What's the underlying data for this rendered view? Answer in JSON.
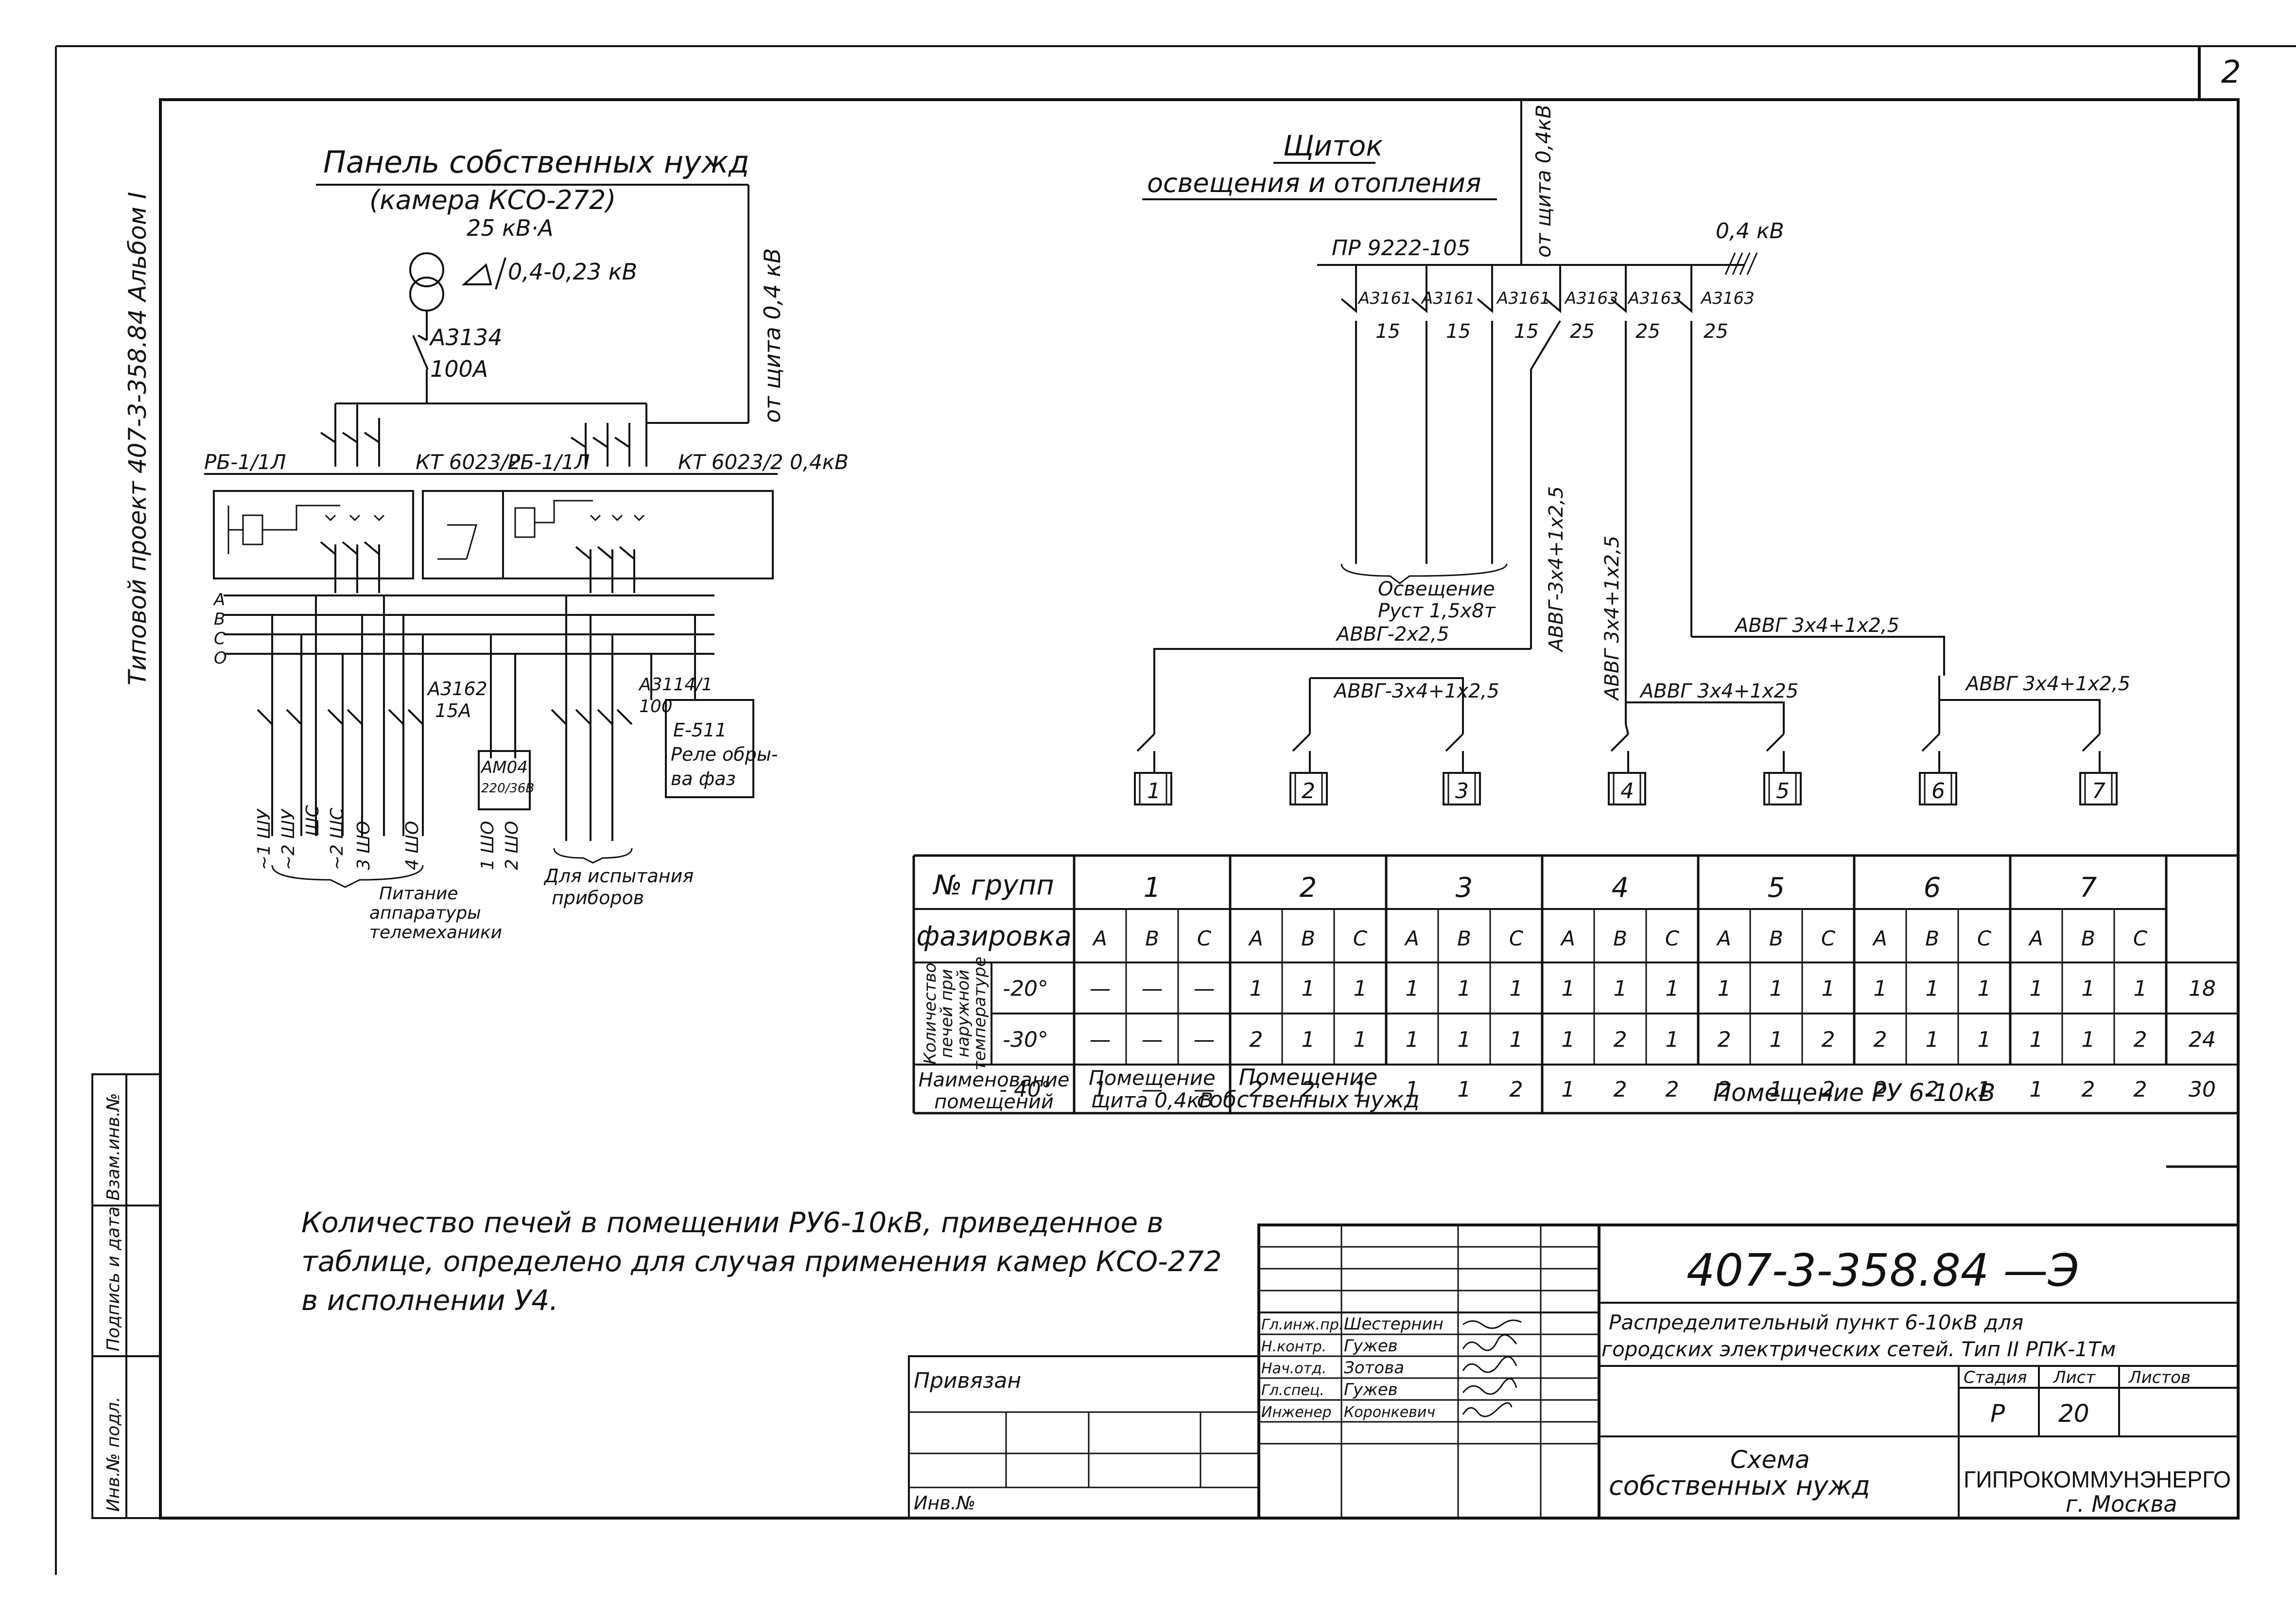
{
  "sheet": {
    "sheet_no": "2",
    "side_title": "Типовой проект 407-3-358.84 Альбом I",
    "side_stamp": [
      "Инв.№ подл.",
      "Подпись и дата",
      "Взам.инв.№"
    ]
  },
  "panel": {
    "title": "Панель собственных нужд",
    "subtitle": "(камера КСО-272)",
    "transformer_power": "25 кВ·А",
    "transformer_voltage": "0,4-0,23 кВ",
    "main_breaker": "А3134",
    "main_breaker_rating": "100А",
    "from_shield": "от щита 0,4 кВ",
    "rb1": "РБ-1/1Л",
    "kt1": "КТ 6023/2",
    "rb2": "РБ-1/1Л",
    "kt2": "КТ 6023/2",
    "voltage_right": "0,4кВ",
    "bus_labels": [
      "А",
      "В",
      "С",
      "О"
    ],
    "breaker_a3162": "А3162",
    "breaker_a3162_rating": "15А",
    "breaker_a3114": "А3114/1",
    "breaker_a3114_rating": "100",
    "am04": "АМ04",
    "am04_rating": "220/36В",
    "relay": [
      "Е-511",
      "Реле обры-",
      "ва фаз"
    ],
    "outputs": [
      "~1 ШУ",
      "~2 ШУ",
      "ШС",
      "~2 ШС",
      "3 ШО",
      "4 ШО",
      "1 ШО",
      "2 ШО"
    ],
    "note_telemetry": [
      "Питание",
      "аппаратуры",
      "телемеханики"
    ],
    "note_testing": [
      "Для испытания",
      "приборов"
    ]
  },
  "shield": {
    "title1": "Щиток",
    "title2": "освещения и отопления",
    "from_shield": "от щита 0,4кВ",
    "assembly": "ПР 9222-105",
    "voltage": "0,4 кВ",
    "breakers": [
      "А3161",
      "А3161",
      "А3161",
      "А3163",
      "А3163",
      "А3163"
    ],
    "ratings": [
      "15",
      "15",
      "15",
      "25",
      "25",
      "25"
    ],
    "lighting": [
      "Освещение",
      "Руст 1,5х8т"
    ],
    "cables": {
      "g1": "АВВГ-2х2,5",
      "g23": "АВВГ-3х4+1х2,5",
      "vert1": "АВВГ-3х4+1х2,5",
      "vert2": "АВВГ 3х4+1х2,5",
      "g45": "АВВГ 3х4+1х25",
      "g67_top": "АВВГ 3х4+1х2,5",
      "g67": "АВВГ 3х4+1х2,5"
    },
    "groups": [
      "1",
      "2",
      "3",
      "4",
      "5",
      "6",
      "7"
    ]
  },
  "table": {
    "h_groups": "№ групп",
    "h_phasing": "фазировка",
    "h_count": [
      "Количество",
      "печей при",
      "наружной",
      "температуре"
    ],
    "h_room": [
      "Наименование",
      "помещений"
    ],
    "groups": [
      "1",
      "2",
      "3",
      "4",
      "5",
      "6",
      "7"
    ],
    "phases": [
      "А",
      "В",
      "С"
    ],
    "rows": [
      {
        "temp": "-20°",
        "values": [
          "—",
          "—",
          "—",
          "1",
          "1",
          "1",
          "1",
          "1",
          "1",
          "1",
          "1",
          "1",
          "1",
          "1",
          "1",
          "1",
          "1",
          "1",
          "1",
          "1",
          "1"
        ],
        "total": "18"
      },
      {
        "temp": "-30°",
        "values": [
          "—",
          "—",
          "—",
          "2",
          "1",
          "1",
          "1",
          "1",
          "1",
          "1",
          "2",
          "1",
          "2",
          "1",
          "2",
          "2",
          "1",
          "1",
          "1",
          "1",
          "2"
        ],
        "total": "24"
      },
      {
        "temp": "- 40°",
        "values": [
          "1",
          "—",
          "—",
          "2",
          "2",
          "1",
          "1",
          "1",
          "2",
          "1",
          "2",
          "2",
          "2",
          "1",
          "2",
          "2",
          "2",
          "1",
          "1",
          "2",
          "2"
        ],
        "total": "30"
      }
    ],
    "rooms": [
      [
        "Помещение",
        "щита 0,4кВ"
      ],
      [
        "Помещение",
        "собственных нужд"
      ],
      [
        "Помещение РУ 6-10кВ"
      ]
    ]
  },
  "note": [
    "Количество печей в помещении РУ6-10кВ, приведенное в",
    "таблице, определено для случая применения камер КСО-272",
    "в исполнении У4."
  ],
  "title_block": {
    "doc_code": "407-3-358.84 —Э",
    "description": [
      "Распределительный пункт 6-10кВ для",
      "городских электрических сетей. Тип II РПК-1Тм"
    ],
    "roles": [
      "Гл.инж.пр.",
      "Н.контр.",
      "Нач.отд.",
      "Гл.спец.",
      "Инженер"
    ],
    "names": [
      "Шестернин",
      "Гужев",
      "Зотова",
      "Гужев",
      "Коронкевич"
    ],
    "privyazan": "Привязан",
    "inv": "Инв.№",
    "stage_label": "Стадия",
    "sheet_label": "Лист",
    "sheets_label": "Листов",
    "stage": "Р",
    "sheet": "20",
    "sheet_title": [
      "Схема",
      "собственных нужд"
    ],
    "org": "ГИПРОКОММУНЭНЕРГО",
    "city": "г. Москва"
  }
}
